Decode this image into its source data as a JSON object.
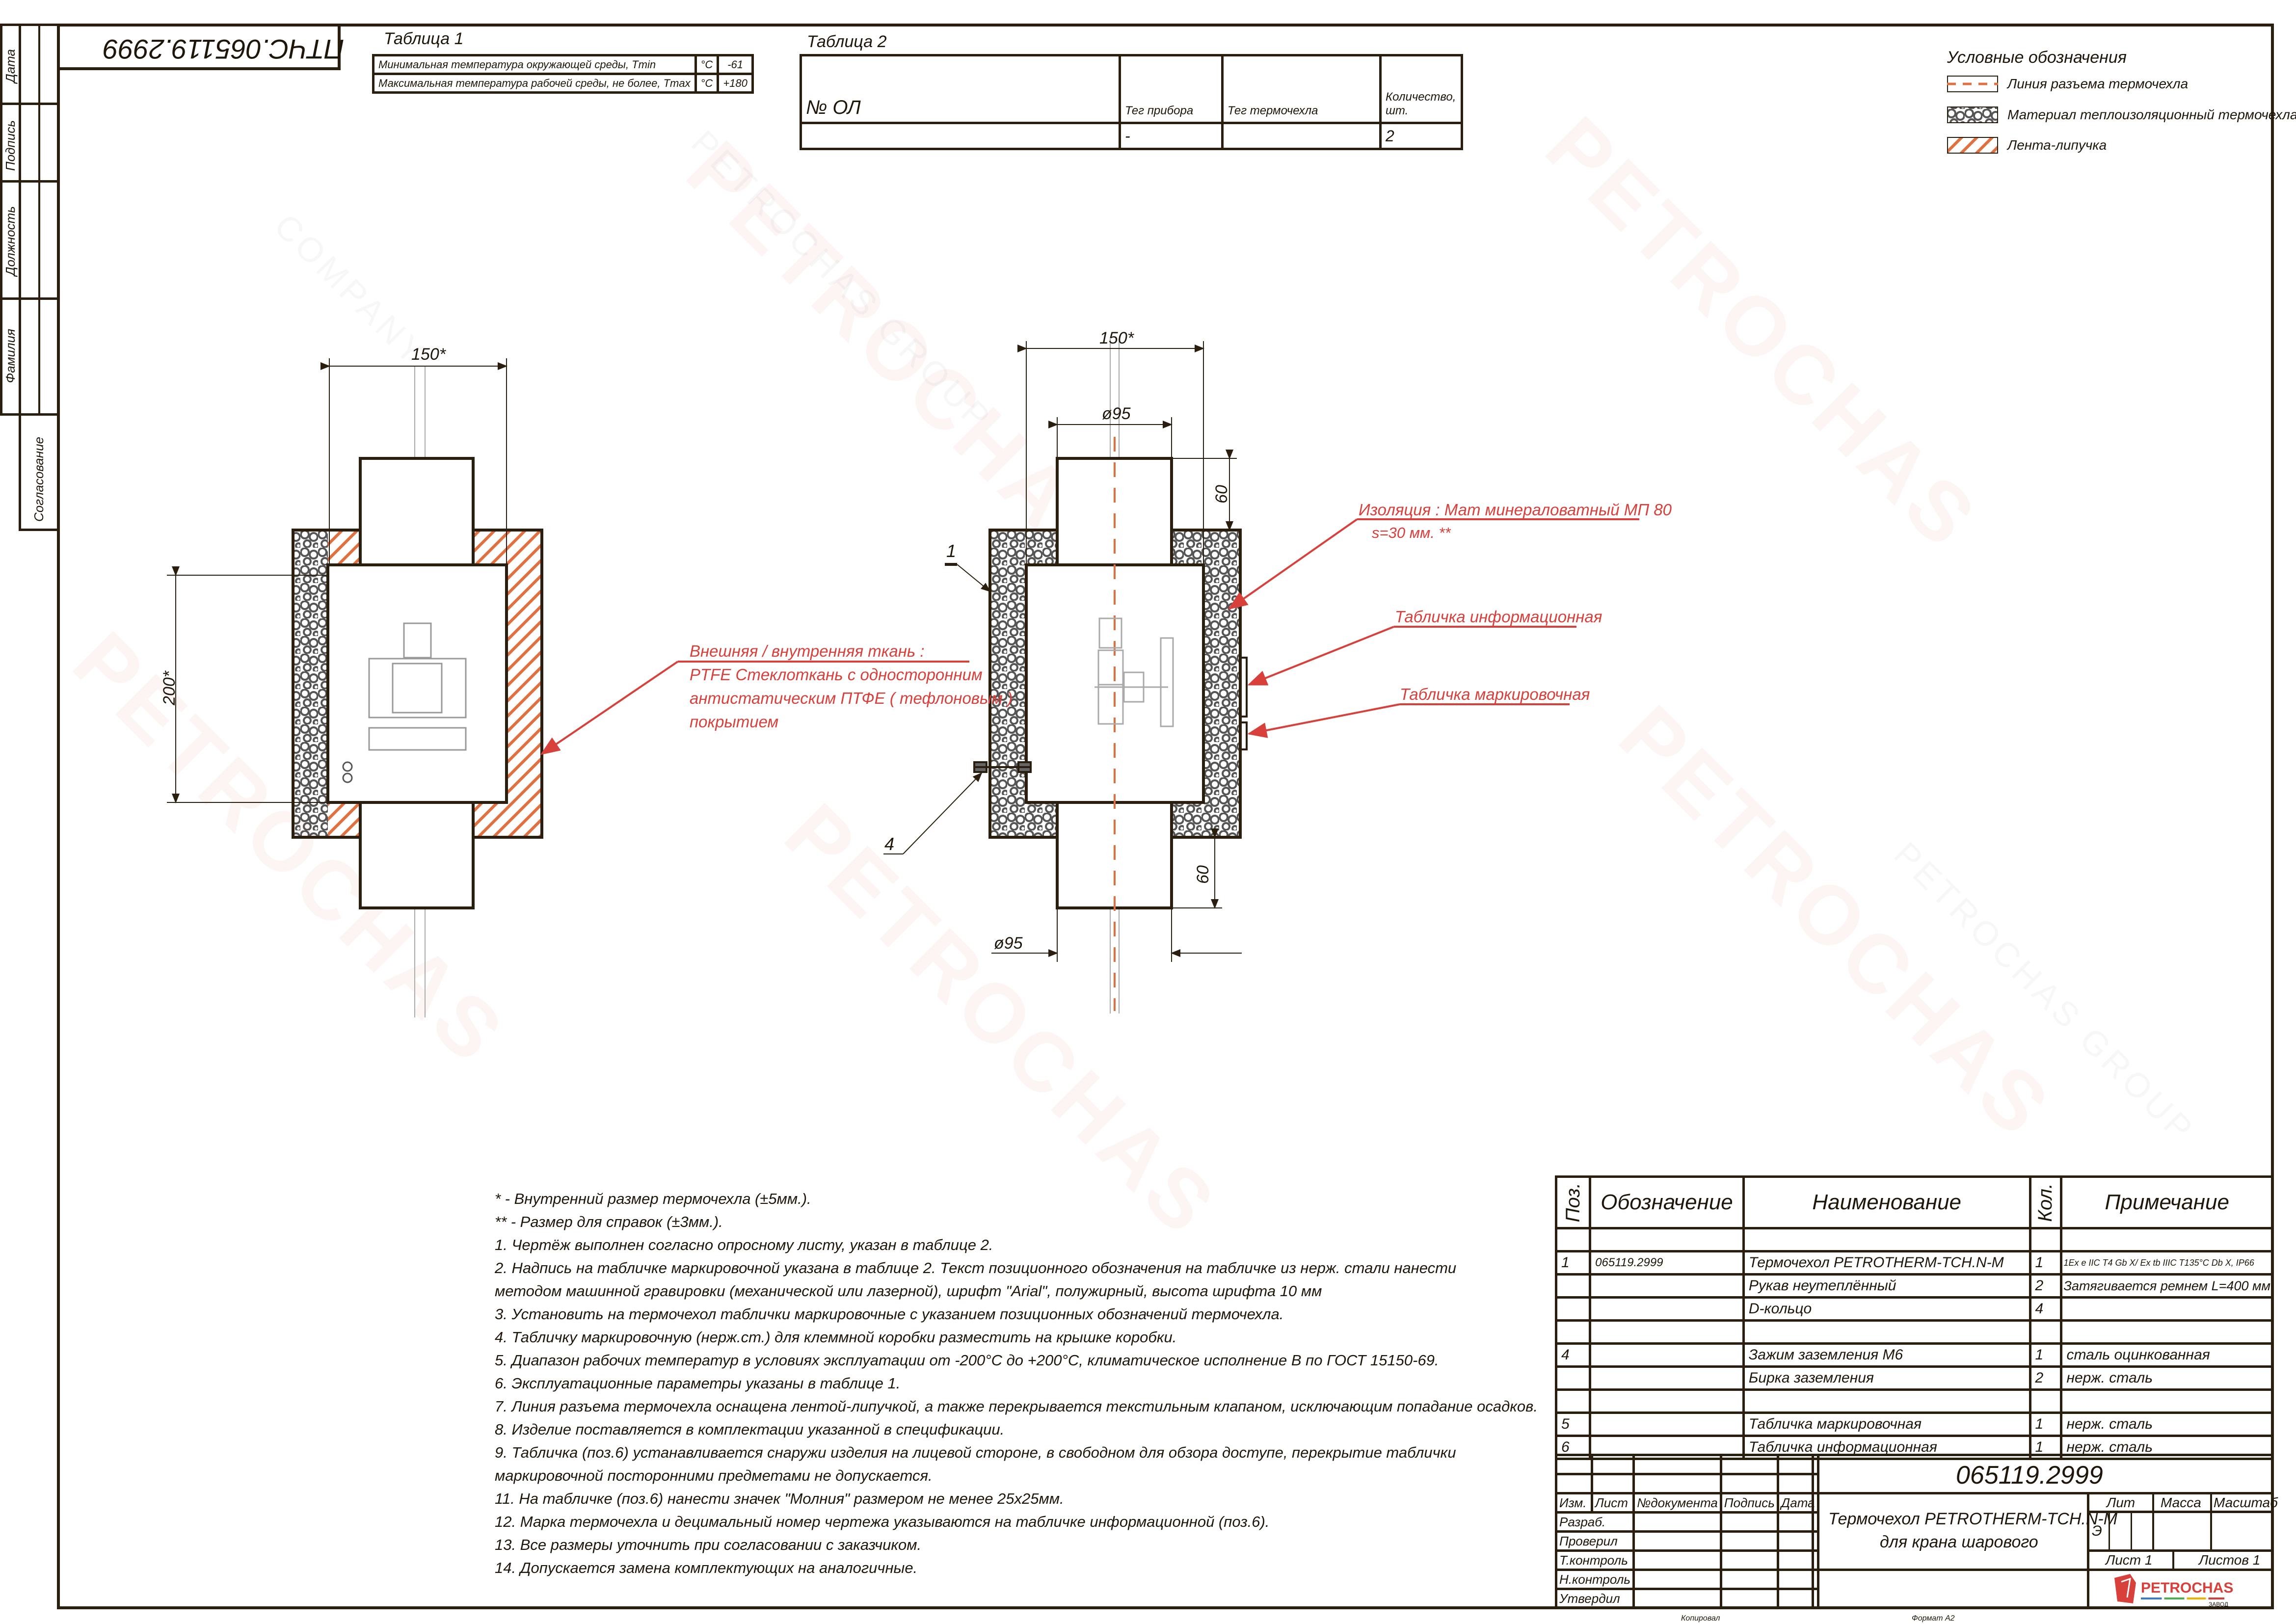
{
  "watermark": {
    "brand": "PETROCHAS",
    "sub": "COMPANY",
    "group": "PETROCHAS GROUP"
  },
  "left_strip": {
    "cols": [
      "Дата",
      "Подпись",
      "Должность",
      "Фамилия"
    ],
    "approval": "Согласование"
  },
  "stamp_code": "ПТЧС.065119.2999",
  "table1": {
    "title": "Таблица 1",
    "rows": [
      {
        "label": "Минимальная температура окружающей среды, Tmin",
        "unit": "°C",
        "value": "-61"
      },
      {
        "label": "Максимальная температура рабочей среды, не более, Tmax",
        "unit": "°C",
        "value": "+180"
      }
    ]
  },
  "table2": {
    "title": "Таблица 2",
    "headers": [
      "№ ОЛ",
      "Тег прибора",
      "Тег термочехла",
      "Количество, шт."
    ],
    "row": [
      "",
      "-",
      "",
      "2"
    ]
  },
  "legend": {
    "title": "Условные обозначения",
    "items": [
      "Линия разъема термочехла",
      "Материал теплоизоляционный термочехла",
      "Лента-липучка"
    ]
  },
  "colors": {
    "line": "#2a1f0e",
    "accent_red": "#d8403c",
    "hatch": "#e07040",
    "insulation": "#555555"
  },
  "drawing": {
    "dims": {
      "left_width": "150*",
      "left_height": "200*",
      "right_width": "150*",
      "pipe_top": "ø95",
      "pipe_bottom": "ø95",
      "top_60": "60",
      "bottom_60": "60"
    },
    "callouts": {
      "pos1": "1",
      "pos4": "4",
      "insulation_l1": "Изоляция : Мат минераловатный МП 80",
      "insulation_l2": "s=30 мм. **",
      "info_plate": "Табличка информационная",
      "mark_plate": "Табличка маркировочная",
      "fabric_l1": "Внешняя / внутренняя ткань :",
      "fabric_l2": "PTFE  Стеклоткань с односторонним",
      "fabric_l3": "антистатическим ПТФЕ  ( тефлоновым )",
      "fabric_l4": "покрытием"
    }
  },
  "notes": [
    "* - Внутренний размер термочехла (±5мм.).",
    "** - Размер для справок (±3мм.).",
    "1. Чертёж выполнен согласно опросному листу, указан в таблице 2.",
    "2. Надпись на табличке маркировочной указана в таблице 2. Текст позиционного обозначения на табличке из нерж. стали нанести",
    "методом машинной гравировки (механической или лазерной), шрифт \"Arial\", полужирный, высота шрифта 10 мм",
    "3. Установить на термочехол таблички маркировочные с указанием позиционных обозначений термочехла.",
    "4. Табличку маркировочную (нерж.ст.) для клеммной коробки разместить на крышке коробки.",
    "5. Диапазон рабочих температур в условиях эксплуатации от -200°C до +200°C, климатическое исполнение В по ГОСТ 15150-69.",
    "6. Эксплуатационные параметры указаны в таблице 1.",
    "7. Линия разъема термочехла оснащена лентой-липучкой, а также перекрывается текстильным клапаном, исключающим попадание осадков.",
    "8. Изделие поставляется в комплектации указанной в спецификации.",
    "9. Табличка (поз.6) устанавливается снаружи изделия на лицевой стороне, в свободном для обзора доступе, перекрытие таблички",
    "маркировочной посторонними предметами не допускается.",
    "11. На табличке (поз.6) нанести значек \"Молния\" размером не менее 25х25мм.",
    "12. Марка термочехла и децимальный номер чертежа указываются на табличке информационной (поз.6).",
    "13. Все размеры уточнить при согласовании с заказчиком.",
    "14. Допускается замена комплектующих на аналогичные."
  ],
  "spec": {
    "headers": [
      "Поз.",
      "Обозначение",
      "Наименование",
      "Кол.",
      "Примечание"
    ],
    "rows": [
      [
        "",
        "",
        "",
        "",
        ""
      ],
      [
        "1",
        "065119.2999",
        "Термочехол PETROTHERM-TCH.N-M",
        "1",
        "1Ex e IIC T4 Gb X/ Ex tb IIIC T135°C Db X, IP66"
      ],
      [
        "",
        "",
        "Рукав неутеплённый",
        "2",
        "Затягивается ремнем L=400 мм"
      ],
      [
        "",
        "",
        "D-кольцо",
        "4",
        ""
      ],
      [
        "",
        "",
        "",
        "",
        ""
      ],
      [
        "4",
        "",
        "Зажим заземления М6",
        "1",
        "сталь оцинкованная"
      ],
      [
        "",
        "",
        "Бирка заземления",
        "2",
        "нерж. сталь"
      ],
      [
        "",
        "",
        "",
        "",
        ""
      ],
      [
        "5",
        "",
        "Табличка маркировочная",
        "1",
        "нерж. сталь"
      ],
      [
        "6",
        "",
        "Табличка информационная",
        "1",
        "нерж. сталь"
      ]
    ]
  },
  "title_block": {
    "doc_number": "065119.2999",
    "col_headers": [
      "Изм.",
      "Лист",
      "№документа",
      "Подпись",
      "Дата"
    ],
    "roles": [
      "Разраб.",
      "Проверил",
      "Т.контроль",
      "Н.контроль",
      "Утвердил"
    ],
    "name_l1": "Термочехол PETROTHERM-TCH.N-M",
    "name_l2": "для крана шарового",
    "lit_label": "Лит",
    "mass_label": "Масса",
    "scale_label": "Масштаб",
    "lit_value": "Э",
    "sheet": "Лист 1",
    "sheets": "Листов 1",
    "logo_text": "PETROCHAS",
    "logo_sub": "ЗАВОД"
  },
  "footer": {
    "copied": "Копировал",
    "format": "Формат А2"
  }
}
